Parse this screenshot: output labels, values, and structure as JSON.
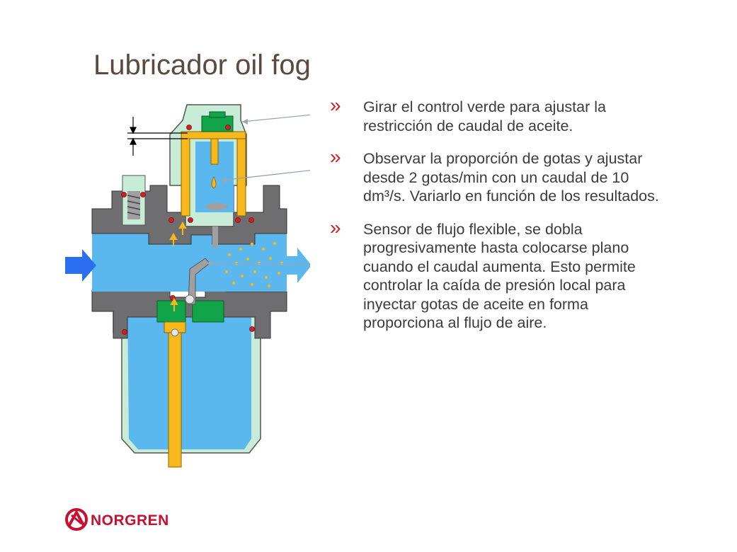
{
  "title": "Lubricador oil fog",
  "bullets": [
    {
      "marker": "»",
      "text": "Girar el control verde para ajustar la restricción de caudal de aceite."
    },
    {
      "marker": "»",
      "text": "Observar la proporción de gotas y ajustar desde 2 gotas/min con un caudal de 10 dm³/s. Variarlo en función de los resultados."
    },
    {
      "marker": "»",
      "text": "Sensor de flujo flexible, se dobla progresivamente hasta colocarse plano cuando el caudal aumenta. Esto permite controlar la caída de presión local para inyectar gotas de aceite en forma proporciona al flujo de aire."
    }
  ],
  "logo": {
    "text": "NORGREN"
  },
  "colors": {
    "title": "#5a4a40",
    "marker": "#d21f26",
    "body_text": "#3c3c3c",
    "housing": "#6e6e70",
    "air": "#5ab8ef",
    "oil": "#f6b81a",
    "control": "#12a44a",
    "bowl": "#c9ecd8",
    "arrow": "#2b6ff0",
    "brand": "#c8102e"
  }
}
